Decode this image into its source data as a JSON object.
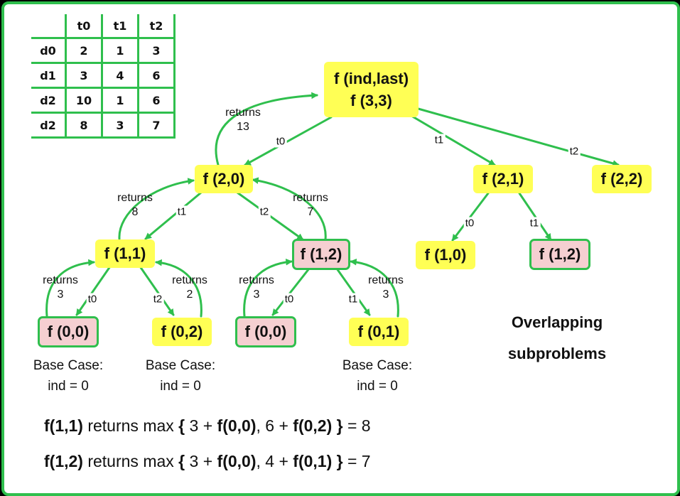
{
  "table": {
    "columns": [
      "",
      "t0",
      "t1",
      "t2"
    ],
    "rows": [
      {
        "label": "d0",
        "values": [
          "2",
          "1",
          "3"
        ]
      },
      {
        "label": "d1",
        "values": [
          "3",
          "4",
          "6"
        ]
      },
      {
        "label": "d2",
        "values": [
          "10",
          "1",
          "6"
        ]
      },
      {
        "label": "d2",
        "values": [
          "8",
          "3",
          "7"
        ]
      }
    ]
  },
  "nodes": {
    "root_line1": "f (ind,last)",
    "root_line2": "f (3,3)",
    "n20": "f (2,0)",
    "n21": "f (2,1)",
    "n22": "f (2,2)",
    "n11": "f (1,1)",
    "n12a": "f (1,2)",
    "n10": "f (1,0)",
    "n12b": "f (1,2)",
    "n00a": "f (0,0)",
    "n02": "f (0,2)",
    "n00b": "f (0,0)",
    "n01": "f (0,1)"
  },
  "edge_labels": {
    "root_t0": "t0",
    "root_t1": "t1",
    "root_t2": "t2",
    "n20_t1": "t1",
    "n20_t2": "t2",
    "n21_t0": "t0",
    "n21_t1": "t1",
    "n11_t0": "t0",
    "n11_t2": "t2",
    "n12_t0": "t0",
    "n12_t1": "t1"
  },
  "returns": {
    "word": "returns",
    "r13": "13",
    "r8": "8",
    "r7": "7",
    "r3a": "3",
    "r2": "2",
    "r3b": "3",
    "r3c": "3"
  },
  "base_case": {
    "line1": "Base Case:",
    "line2": "ind = 0"
  },
  "overlap": {
    "line1": "Overlapping",
    "line2": "subproblems"
  },
  "formulas": {
    "f1": {
      "call": "f(1,1)",
      "text1": " returns max ",
      "brace_open": "{",
      "text2": " 3 + ",
      "sub1": "f(0,0)",
      "text3": ", 6 + ",
      "sub2": "f(0,2)",
      "brace_close": "}",
      "text4": " = 8"
    },
    "f2": {
      "call": "f(1,2)",
      "text1": " returns max ",
      "brace_open": "{",
      "text2": " 3 + ",
      "sub1": "f(0,0)",
      "text3": ", 4 + ",
      "sub2": "f(0,1)",
      "brace_close": "}",
      "text4": " = 7"
    }
  },
  "colors": {
    "frame": "#2fbf4d",
    "node_fill": "#ffff55",
    "overlap_fill": "#f5cfd1",
    "arrow": "#2fbf4d"
  }
}
